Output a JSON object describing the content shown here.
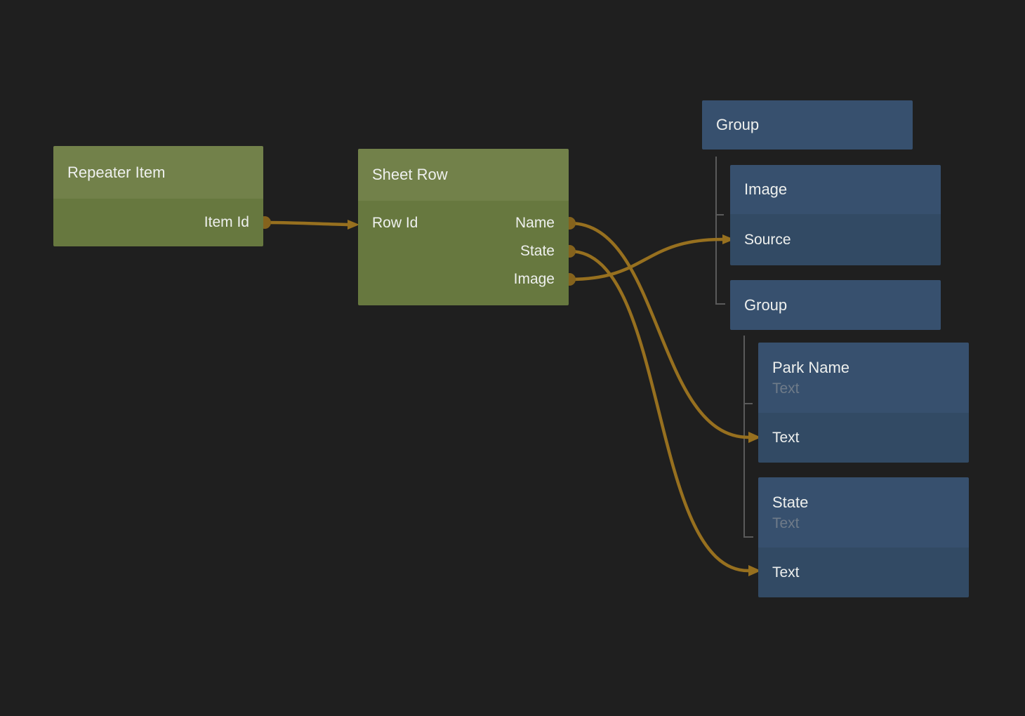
{
  "app": {
    "name": "Node connections canvas"
  },
  "colors": {
    "background": "#1f1f1f",
    "green_header": "#72814a",
    "green_body": "#67783f",
    "blue_header": "#37506e",
    "blue_body": "#324a64",
    "wire": "#97701f",
    "port_dot": "#85631d",
    "tree_line": "#5a5a5a",
    "text_primary": "#eef0ee",
    "text_subtitle": "#6f7b89"
  },
  "nodes": {
    "repeater_item": {
      "title": "Repeater Item",
      "outputs": [
        {
          "label": "Item Id"
        }
      ]
    },
    "sheet_row": {
      "title": "Sheet Row",
      "inputs": [
        {
          "label": "Row Id"
        }
      ],
      "outputs": [
        {
          "label": "Name"
        },
        {
          "label": "State"
        },
        {
          "label": "Image"
        }
      ]
    },
    "group_top": {
      "title": "Group"
    },
    "image": {
      "title": "Image",
      "inputs": [
        {
          "label": "Source"
        }
      ]
    },
    "group_inner": {
      "title": "Group"
    },
    "park_name": {
      "title": "Park Name",
      "subtitle": "Text",
      "inputs": [
        {
          "label": "Text"
        }
      ]
    },
    "state": {
      "title": "State",
      "subtitle": "Text",
      "inputs": [
        {
          "label": "Text"
        }
      ]
    }
  },
  "connections": [
    {
      "from": "Repeater Item / Item Id",
      "to": "Sheet Row / Row Id"
    },
    {
      "from": "Sheet Row / Name",
      "to": "Park Name / Text"
    },
    {
      "from": "Sheet Row / State",
      "to": "State / Text"
    },
    {
      "from": "Sheet Row / Image",
      "to": "Image / Source"
    }
  ]
}
